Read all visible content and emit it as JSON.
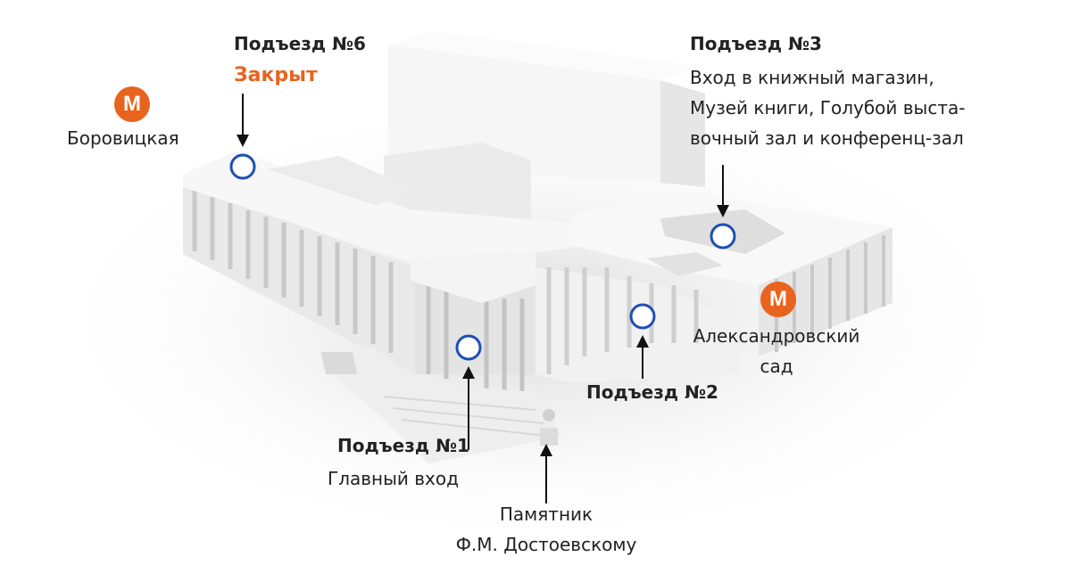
{
  "entrances": {
    "e6": {
      "title": "Подъезд №6",
      "status": "Закрыт"
    },
    "e3": {
      "title": "Подъезд №3",
      "lines": [
        "Вход в книжный магазин,",
        "Музей книги, Голубой выста-",
        "вочный зал и конференц-зал"
      ]
    },
    "e1": {
      "title": "Подъезд №1",
      "subtitle": "Главный вход"
    },
    "e2": {
      "title": "Подъезд №2"
    }
  },
  "metro": {
    "borovitskaya": {
      "icon": "metro-m-icon",
      "glyph": "M",
      "name": "Боровицкая"
    },
    "alexandrovsky": {
      "icon": "metro-m-icon",
      "glyph": "M",
      "name_lines": [
        "Александровский",
        "сад"
      ]
    }
  },
  "monument": {
    "lines": [
      "Памятник",
      "Ф.М. Достоевскому"
    ]
  },
  "colors": {
    "accent": "#e8641e",
    "marker_ring": "#1f4fb5",
    "building": "#efefef"
  }
}
